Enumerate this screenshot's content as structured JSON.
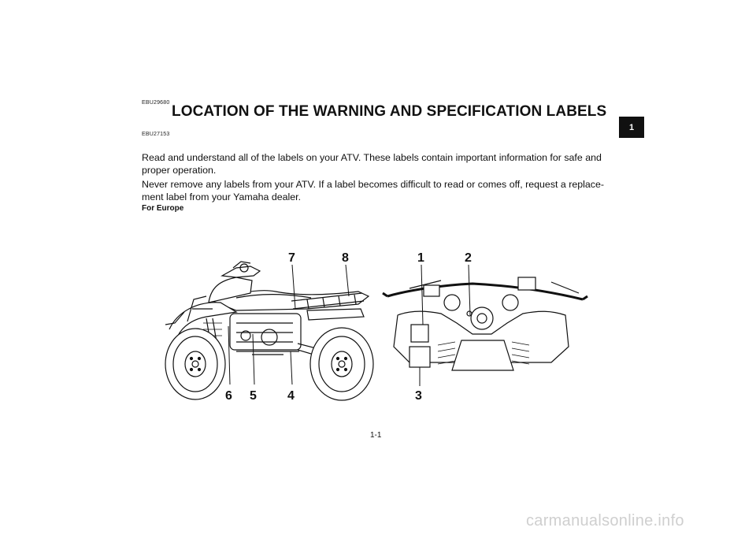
{
  "codes": {
    "section": "EBU29680",
    "body": "EBU27153"
  },
  "title": "LOCATION OF THE WARNING AND SPECIFICATION LABELS",
  "chapter_tab": "1",
  "paragraphs": [
    "Read and understand all of the labels on your ATV. These labels contain important information for safe and proper operation.",
    "Never remove any labels from your ATV. If a label becomes difficult to read or comes off, request a replace-ment label from your Yamaha dealer."
  ],
  "subheading": "For Europe",
  "callouts": {
    "c1": "1",
    "c2": "2",
    "c3": "3",
    "c4": "4",
    "c5": "5",
    "c6": "6",
    "c7": "7",
    "c8": "8"
  },
  "page_number": "1-1",
  "watermark": "carmanualsonline.info"
}
